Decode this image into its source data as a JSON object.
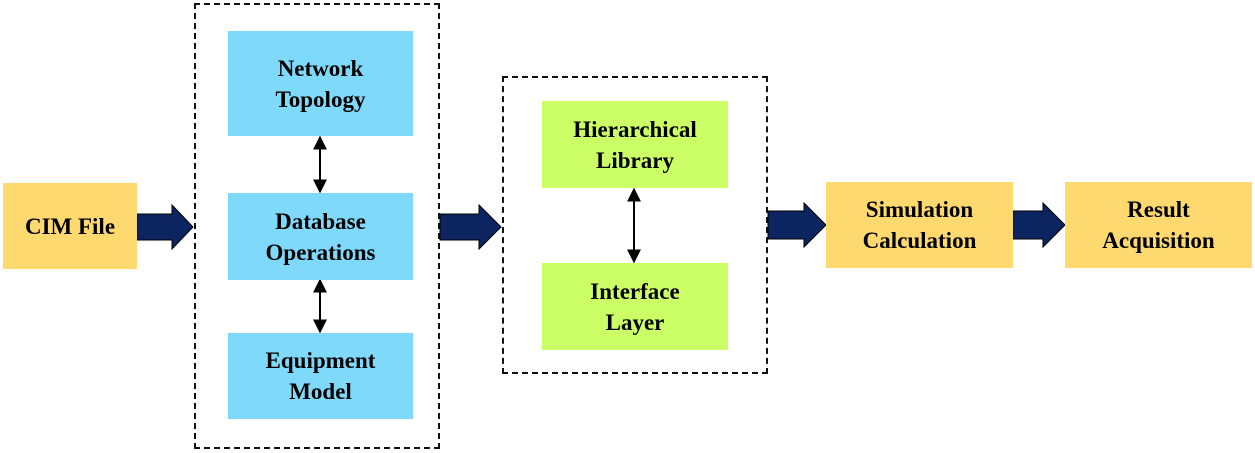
{
  "colors": {
    "orange_box": "#FDD96F",
    "blue_box": "#7FD9FB",
    "green_box": "#CCFE66",
    "arrow_fill": "#0C2460",
    "line": "#000000"
  },
  "nodes": {
    "cim_file": {
      "label": "CIM File"
    },
    "network_topology": {
      "line1": "Network",
      "line2": "Topology"
    },
    "database_operations": {
      "line1": "Database",
      "line2": "Operations"
    },
    "equipment_model": {
      "line1": "Equipment",
      "line2": "Model"
    },
    "hierarchical_library": {
      "line1": "Hierarchical",
      "line2": "Library"
    },
    "interface_layer": {
      "line1": "Interface",
      "line2": "Layer"
    },
    "simulation_calculation": {
      "line1": "Simulation",
      "line2": "Calculation"
    },
    "result_acquisition": {
      "line1": "Result",
      "line2": "Acquisition"
    }
  },
  "edges": [
    {
      "from": "cim_file",
      "to": "data_group",
      "style": "block-arrow"
    },
    {
      "from": "data_group",
      "to": "library_group",
      "style": "block-arrow"
    },
    {
      "from": "library_group",
      "to": "simulation_calculation",
      "style": "block-arrow"
    },
    {
      "from": "simulation_calculation",
      "to": "result_acquisition",
      "style": "block-arrow"
    },
    {
      "from": "network_topology",
      "to": "database_operations",
      "style": "double-headed"
    },
    {
      "from": "database_operations",
      "to": "equipment_model",
      "style": "double-headed"
    },
    {
      "from": "hierarchical_library",
      "to": "interface_layer",
      "style": "double-headed"
    }
  ]
}
